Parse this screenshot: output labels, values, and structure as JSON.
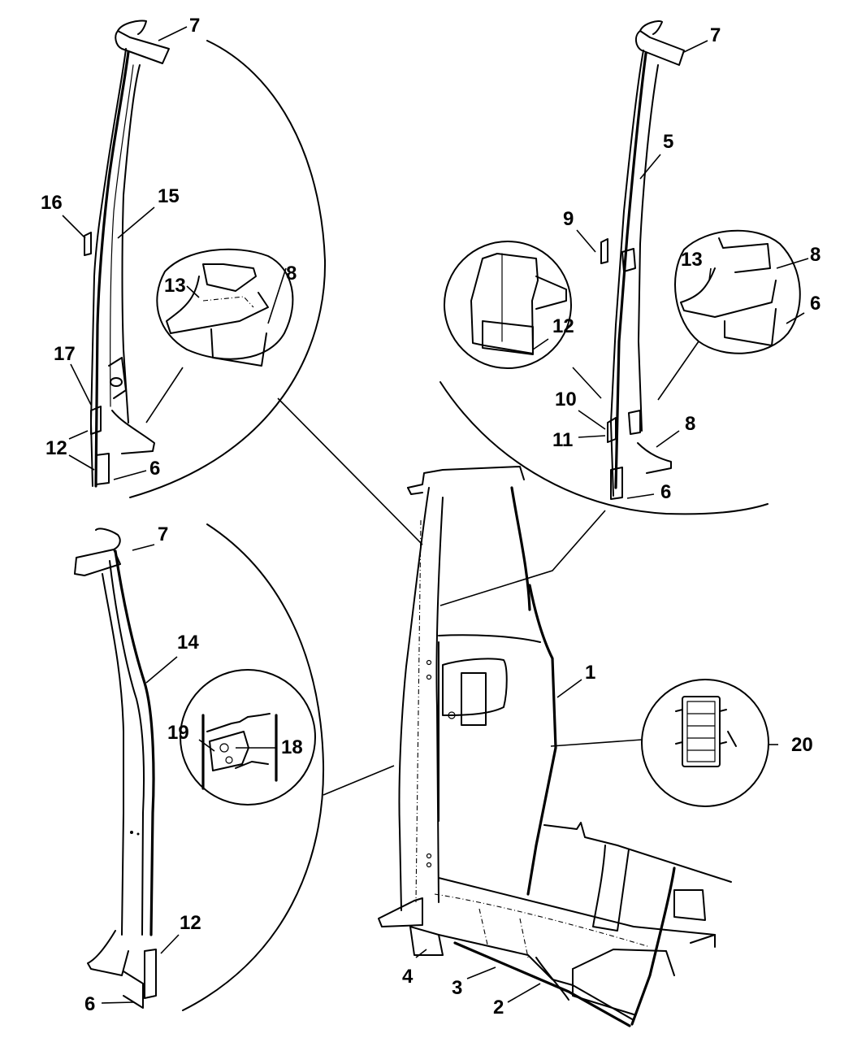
{
  "diagram": {
    "title": "Pillar and rocker panel assembly — exploded parts diagram",
    "callouts": {
      "c1": "1",
      "c2": "2",
      "c3": "3",
      "c4": "4",
      "c5": "5",
      "c6a": "6",
      "c6b": "6",
      "c6c": "6",
      "c6d": "6",
      "c7a": "7",
      "c7b": "7",
      "c7c": "7",
      "c8a": "8",
      "c8b": "8",
      "c8c": "8",
      "c9": "9",
      "c10": "10",
      "c11": "11",
      "c12a": "12",
      "c12b": "12",
      "c12c": "12",
      "c13a": "13",
      "c13b": "13",
      "c14": "14",
      "c15": "15",
      "c16": "16",
      "c17": "17",
      "c18": "18",
      "c19": "19",
      "c20": "20"
    },
    "views": [
      {
        "id": "top-left-pillar",
        "parts": [
          "7",
          "15",
          "16",
          "17",
          "12",
          "6",
          "13",
          "8"
        ]
      },
      {
        "id": "top-right-pillar",
        "parts": [
          "7",
          "5",
          "9",
          "10",
          "11",
          "12",
          "13",
          "8",
          "6"
        ]
      },
      {
        "id": "bottom-left-pillar",
        "parts": [
          "7",
          "14",
          "19",
          "18",
          "12",
          "6"
        ]
      },
      {
        "id": "main-body-side",
        "parts": [
          "1",
          "2",
          "3",
          "4",
          "20"
        ]
      }
    ]
  }
}
